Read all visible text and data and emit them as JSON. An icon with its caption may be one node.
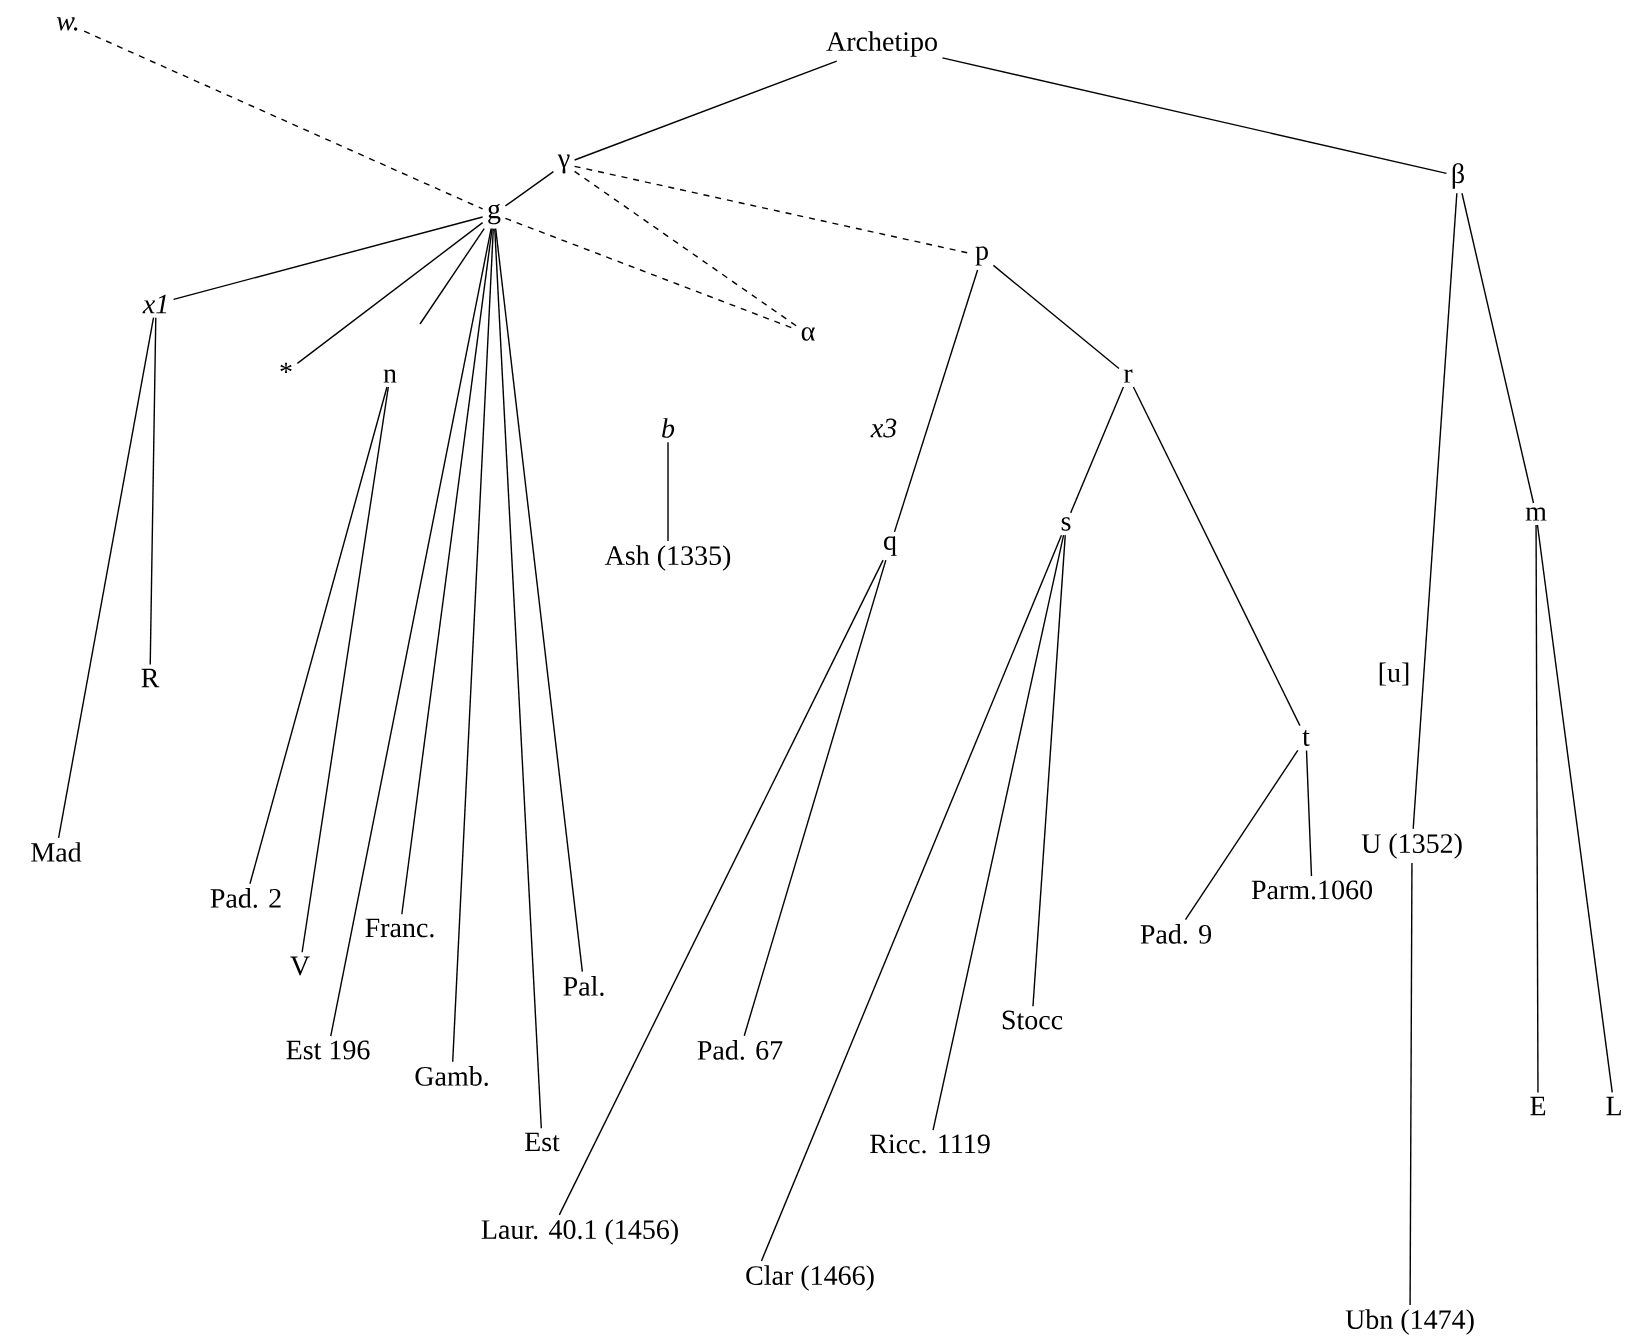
{
  "diagram": {
    "nodes": [
      {
        "text": [
          "Archetipo"
        ]
      },
      {
        "text": [
          "γ"
        ]
      },
      {
        "text": [
          "g"
        ]
      },
      {
        "text": [
          "w."
        ]
      },
      {
        "text": [
          "α"
        ]
      },
      {
        "text": [
          "p"
        ]
      },
      {
        "text": [
          "β"
        ]
      },
      {
        "text": [
          "x1"
        ]
      },
      {
        "text": [
          "*"
        ]
      },
      {
        "text": [
          "n"
        ]
      },
      {
        "text": [
          "b"
        ]
      },
      {
        "text": [
          "Ash (1335)"
        ]
      },
      {
        "text": [
          "x3"
        ]
      },
      {
        "text": [
          "q"
        ]
      },
      {
        "text": [
          "r"
        ]
      },
      {
        "text": [
          "s"
        ]
      },
      {
        "text": [
          "t"
        ]
      },
      {
        "text": [
          "m"
        ]
      },
      {
        "text": [
          "R"
        ]
      },
      {
        "text": [
          "Mad"
        ]
      },
      {
        "text": [
          "Pad. 2"
        ]
      },
      {
        "text": [
          "V"
        ]
      },
      {
        "text": [
          "Franc."
        ]
      },
      {
        "text": [
          "Est 196"
        ]
      },
      {
        "text": [
          "Gamb."
        ]
      },
      {
        "text": [
          "Pal."
        ]
      },
      {
        "text": [
          "Est"
        ]
      },
      {
        "text": [
          "Laur. 40.1 (1456)"
        ]
      },
      {
        "text": [
          "Pad. 67"
        ]
      },
      {
        "text": [
          "Clar (1466)"
        ]
      },
      {
        "text": [
          "Ricc. 1119"
        ]
      },
      {
        "text": [
          "Stocc"
        ]
      },
      {
        "text": [
          "Pad. 9"
        ]
      },
      {
        "text": [
          "Parm.1060"
        ]
      },
      {
        "text": [
          "U (1352)"
        ]
      },
      {
        "text": [
          "Ubn (1474)"
        ]
      },
      {
        "text": [
          "E"
        ]
      },
      {
        "text": [
          "L"
        ]
      }
    ],
    "edges": [
      {
        "from": 0,
        "to": 1,
        "arrow": "none"
      },
      {
        "from": 0,
        "to": 6,
        "arrow": "none"
      },
      {
        "from": 1,
        "to": 2,
        "arrow": "none"
      },
      {
        "from": 3,
        "to": 2,
        "arrow": "none",
        "style": "dashed"
      },
      {
        "from": 1,
        "to": 5,
        "arrow": "none",
        "style": "dashed"
      },
      {
        "from": 1,
        "to": 4,
        "arrow": "none",
        "style": "dashed"
      },
      {
        "from": 2,
        "to": 4,
        "arrow": "none",
        "style": "dashed"
      },
      {
        "from": 2,
        "to": 7,
        "arrow": "none"
      },
      {
        "from": 2,
        "to": 8,
        "arrow": "none"
      },
      {
        "from": 2,
        "to": null,
        "arrow": "none"
      },
      {
        "from": 2,
        "to": 23,
        "arrow": "none"
      },
      {
        "from": 2,
        "to": 22,
        "arrow": "none"
      },
      {
        "from": 2,
        "to": 24,
        "arrow": "none"
      },
      {
        "from": 2,
        "to": 26,
        "arrow": "none"
      },
      {
        "from": 2,
        "to": 25,
        "arrow": "none"
      },
      {
        "from": 7,
        "to": 19,
        "arrow": "none"
      },
      {
        "from": 7,
        "to": 18,
        "arrow": "none"
      },
      {
        "from": 9,
        "to": 20,
        "arrow": "none"
      },
      {
        "from": 9,
        "to": 21,
        "arrow": "none"
      },
      {
        "from": 10,
        "to": 11,
        "arrow": "none"
      },
      {
        "from": 5,
        "to": 13,
        "arrow": "none"
      },
      {
        "from": 5,
        "to": 14,
        "arrow": "none"
      },
      {
        "from": 13,
        "to": 27,
        "arrow": "none"
      },
      {
        "from": 13,
        "to": 28,
        "arrow": "none"
      },
      {
        "from": 14,
        "to": 15,
        "arrow": "none"
      },
      {
        "from": 14,
        "to": 16,
        "arrow": "none"
      },
      {
        "from": 15,
        "to": 29,
        "arrow": "none"
      },
      {
        "from": 15,
        "to": 30,
        "arrow": "none"
      },
      {
        "from": 15,
        "to": 31,
        "arrow": "none"
      },
      {
        "from": 16,
        "to": 32,
        "arrow": "none"
      },
      {
        "from": 16,
        "to": 33,
        "arrow": "none"
      },
      {
        "from": 6,
        "to": 34,
        "arrow": "none"
      },
      {
        "from": 6,
        "to": 17,
        "arrow": "none"
      },
      {
        "from": 34,
        "to": 35,
        "arrow": "none"
      },
      {
        "from": 17,
        "to": 36,
        "arrow": "none"
      },
      {
        "from": 17,
        "to": 37,
        "arrow": "none"
      }
    ],
    "labels": [
      "[u]"
    ]
  }
}
